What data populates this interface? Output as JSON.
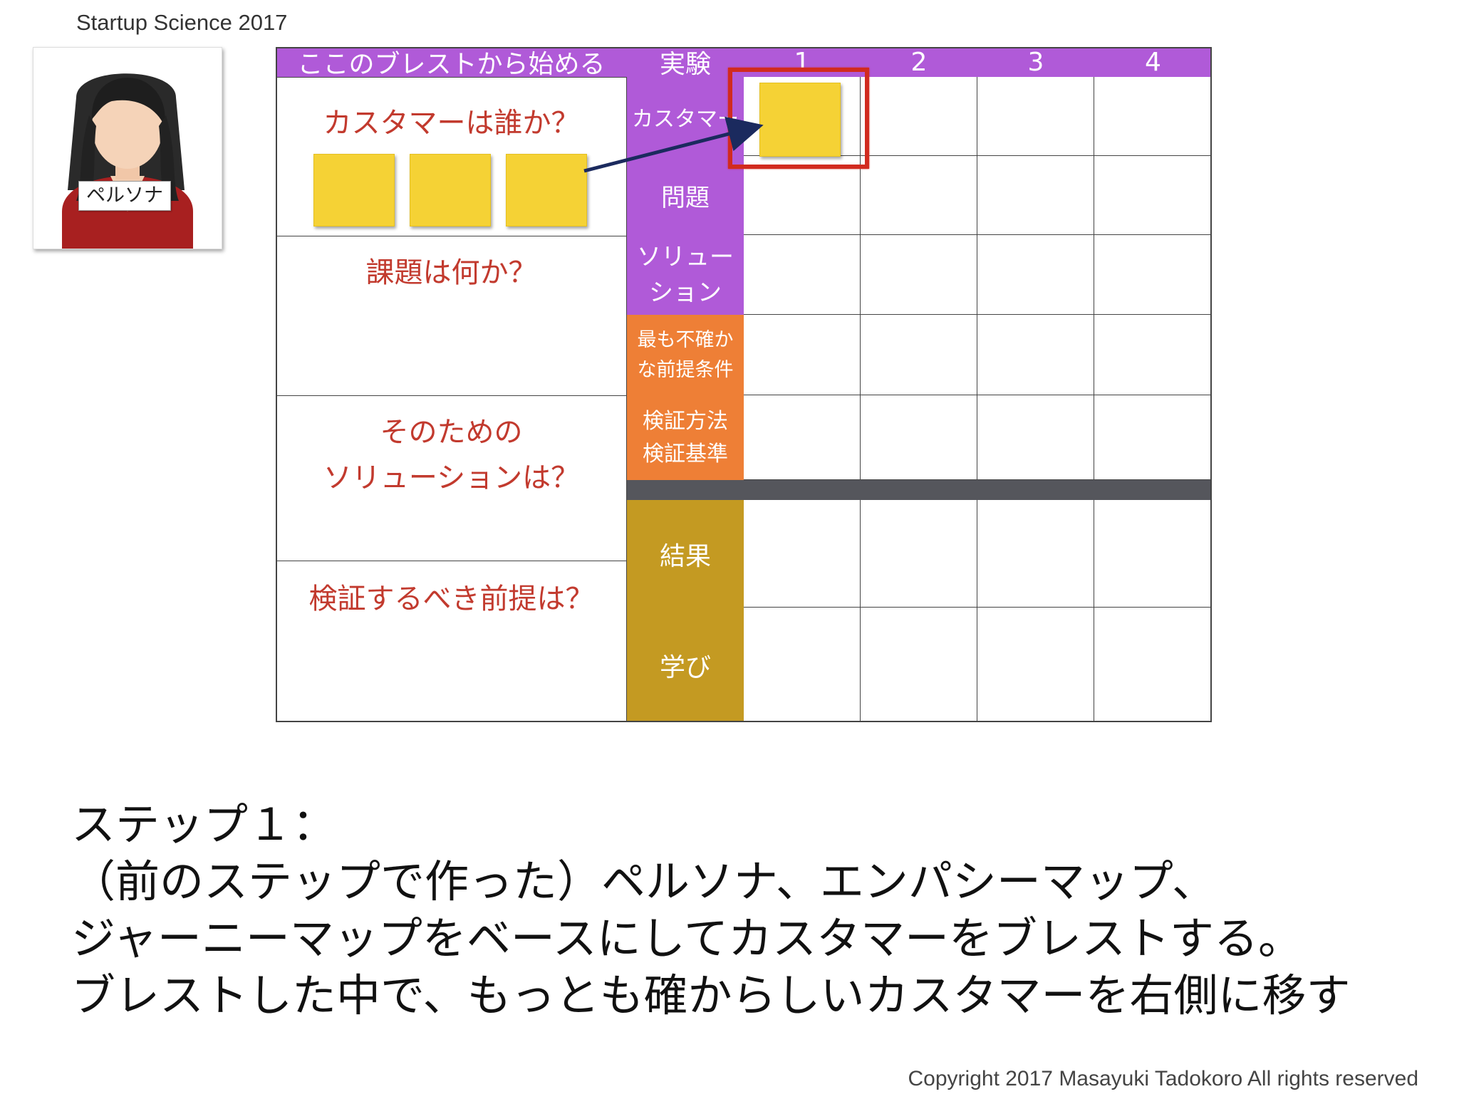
{
  "header": {
    "title": "Startup Science 2017"
  },
  "persona": {
    "label": "ペルソナ",
    "icon": "persona-woman-icon"
  },
  "board": {
    "header_left": "ここのブレストから始める",
    "header_experiment": "実験",
    "columns": [
      "1",
      "2",
      "3",
      "4"
    ],
    "left_questions": {
      "customer": "カスタマーは誰か？",
      "problem": "課題は何か？",
      "solution_line1": "そのための",
      "solution_line2": "ソリューションは？",
      "assumption": "検証するべき前提は？"
    },
    "row_labels": {
      "customer": "カスタマー",
      "problem": "問題",
      "solution_line1": "ソリュー",
      "solution_line2": "ション",
      "uncertain_line1": "最も不確か",
      "uncertain_line2": "な前提条件",
      "method_line1": "検証方法",
      "method_line2": "検証基準",
      "result": "結果",
      "learning": "学び"
    },
    "colors": {
      "purple": "#b05ad8",
      "orange": "#ee7f36",
      "gold": "#c49a22",
      "sticky": "#f5d235",
      "highlight": "#d12b1f",
      "question_text": "#c23a2e"
    }
  },
  "step": {
    "line1": "ステップ１：",
    "line2": "（前のステップで作った）ペルソナ、エンパシーマップ、",
    "line3": "ジャーニーマップをベースにしてカスタマーをブレストする。",
    "line4": "ブレストした中で、もっとも確からしいカスタマーを右側に移す"
  },
  "footer": {
    "copyright": "Copyright 2017 Masayuki Tadokoro All rights reserved"
  }
}
